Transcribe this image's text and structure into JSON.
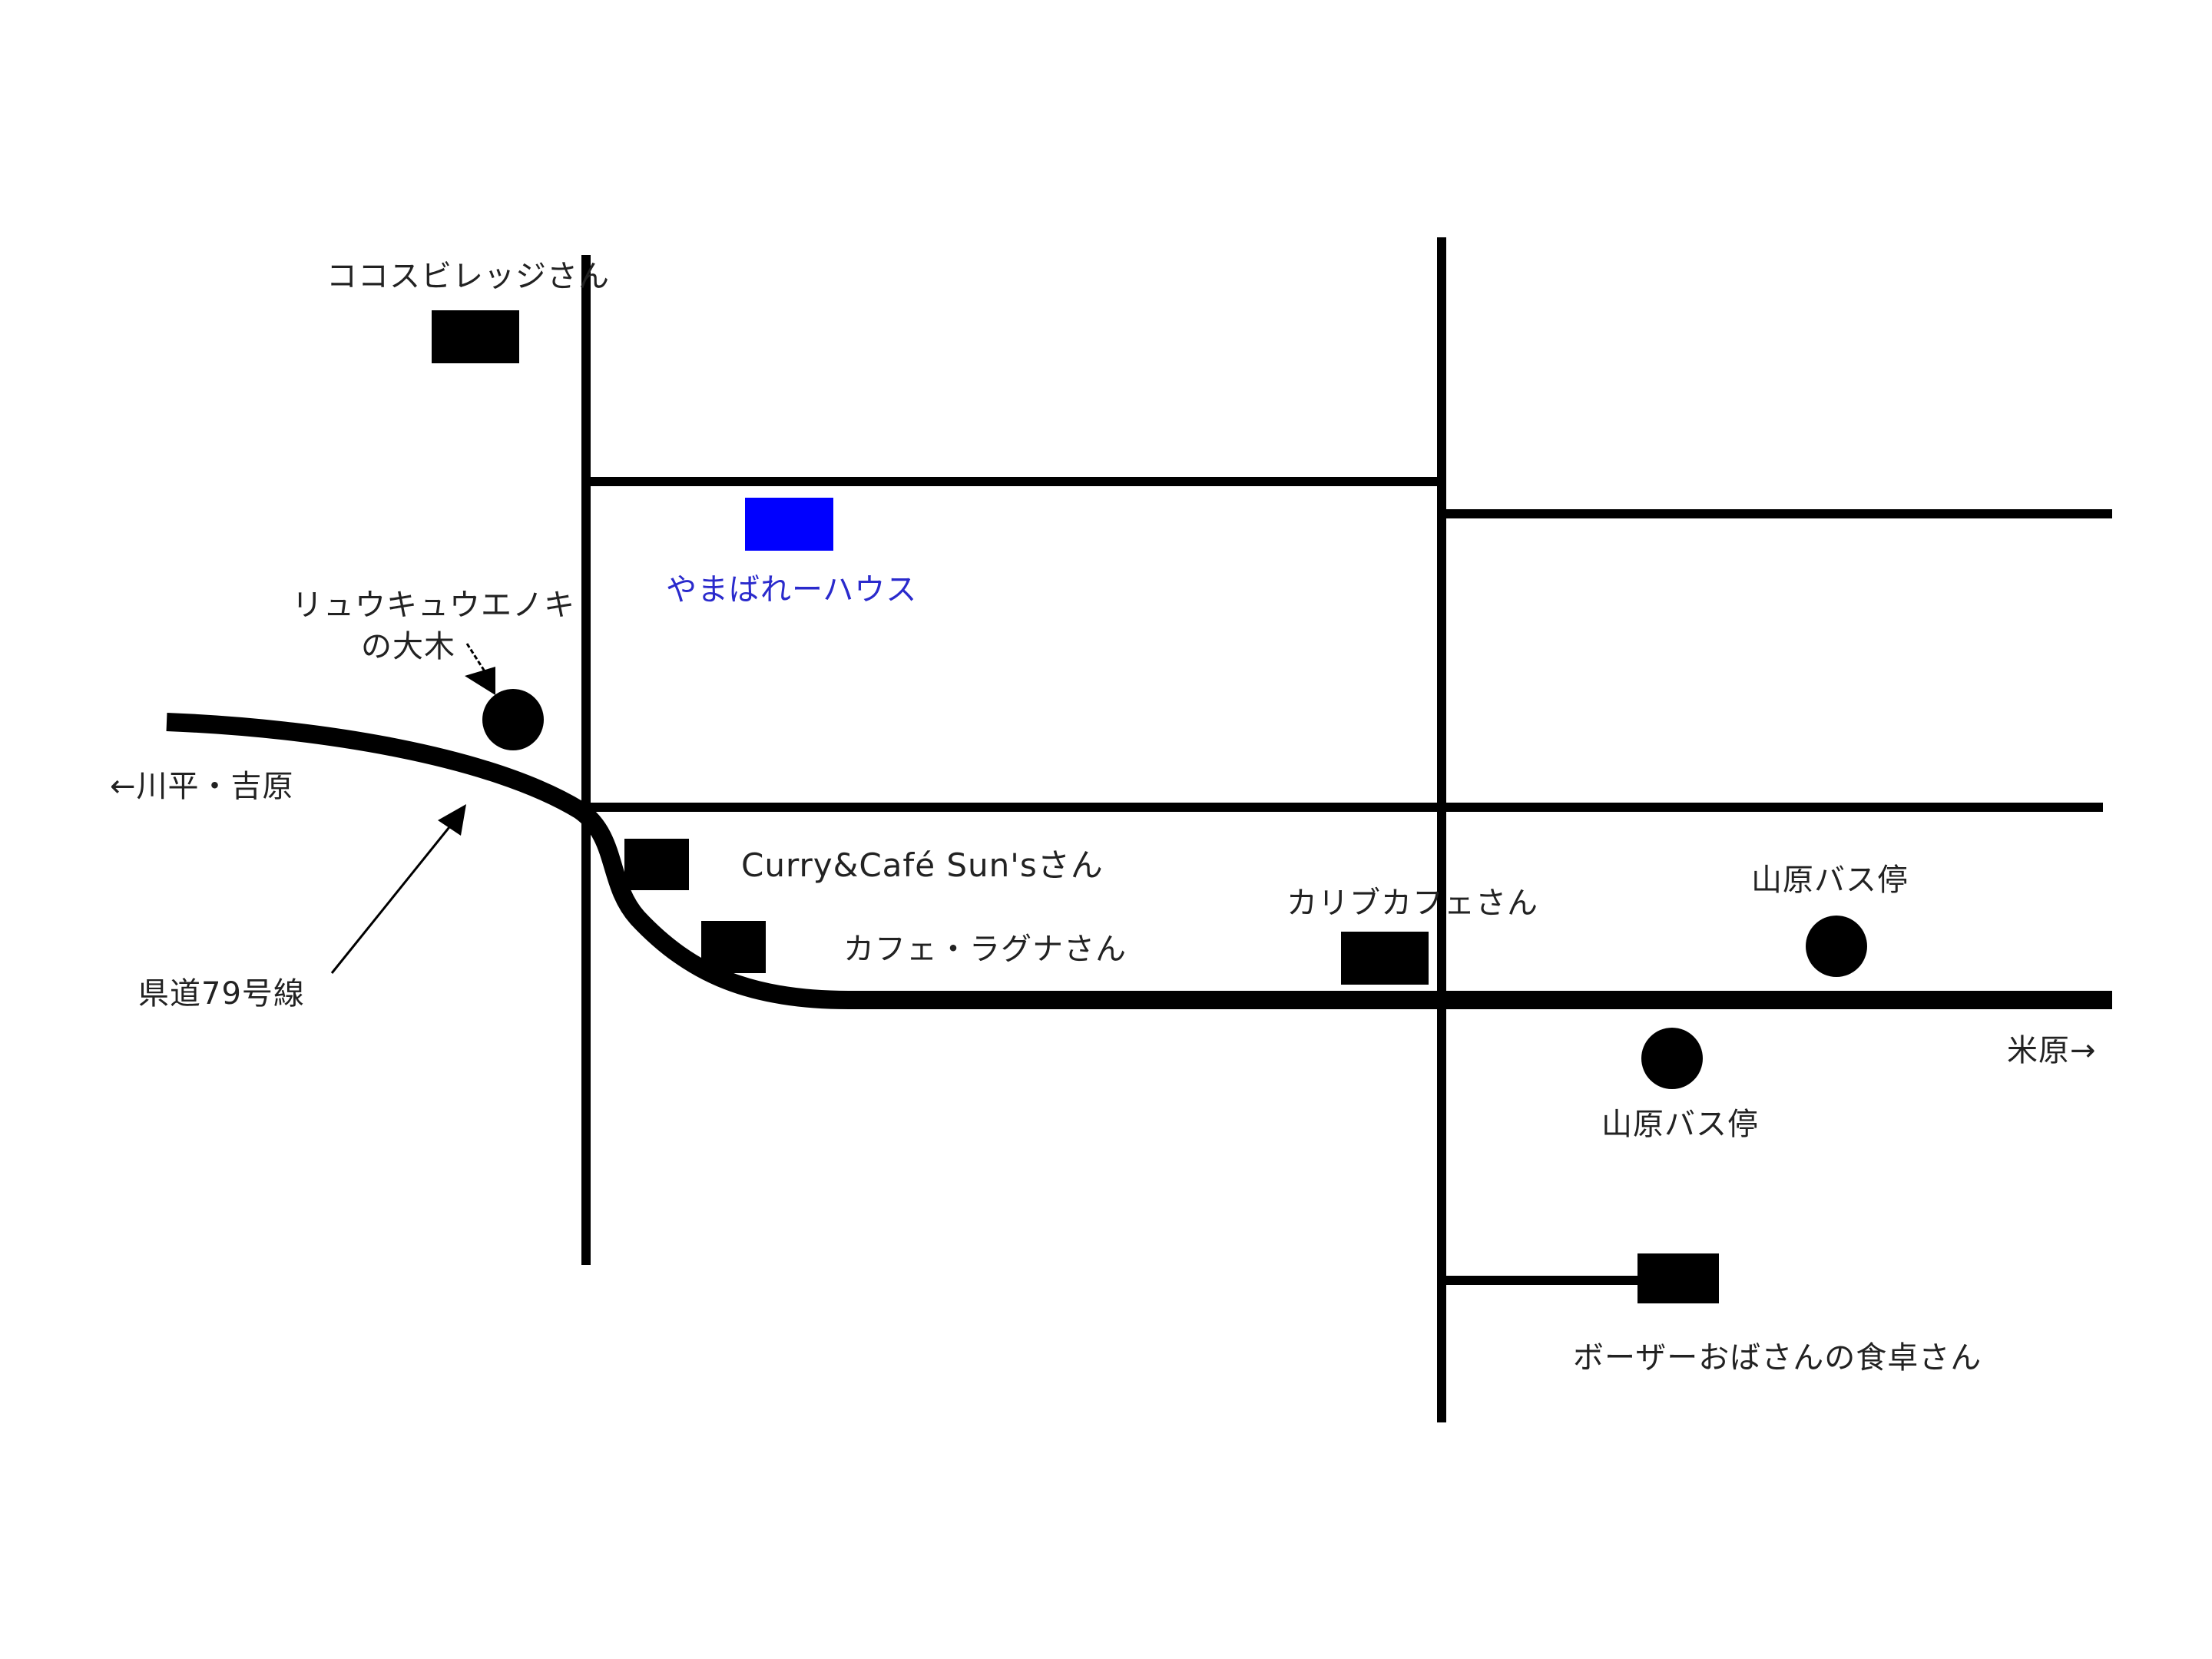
{
  "colors": {
    "background": "#ffffff",
    "road": "#000000",
    "building": "#000000",
    "highlight": "#0000ff",
    "highlight_text": "#2a2acc",
    "label": "#222222"
  },
  "roads": {
    "main_road": {
      "name": "県道79号線",
      "width": 24
    },
    "streets_width": 12
  },
  "places": {
    "cocos_village": {
      "label": "ココスビレッジさん",
      "icon": "building-icon"
    },
    "yamabare_house": {
      "label": "やまばれーハウス",
      "icon": "house-icon"
    },
    "tree": {
      "label_line1": "リュウキュウエノキ",
      "label_line2": "の大木",
      "icon": "tree-icon"
    },
    "curry_cafe_suns": {
      "label": "Curry&Café  Sun'sさん",
      "icon": "building-icon"
    },
    "cafe_laguna": {
      "label": "カフェ・ラグナさん",
      "icon": "building-icon"
    },
    "carib_cafe": {
      "label": "カリブカフェさん",
      "icon": "building-icon"
    },
    "bus_stop_north": {
      "label": "山原バス停",
      "icon": "bus-stop-icon"
    },
    "bus_stop_south": {
      "label": "山原バス停",
      "icon": "bus-stop-icon"
    },
    "boza_obasan": {
      "label": "ボーザーおばさんの食卓さん",
      "icon": "building-icon"
    }
  },
  "directions": {
    "west": "←川平・吉原",
    "east": "米原→"
  },
  "road_label": "県道79号線"
}
